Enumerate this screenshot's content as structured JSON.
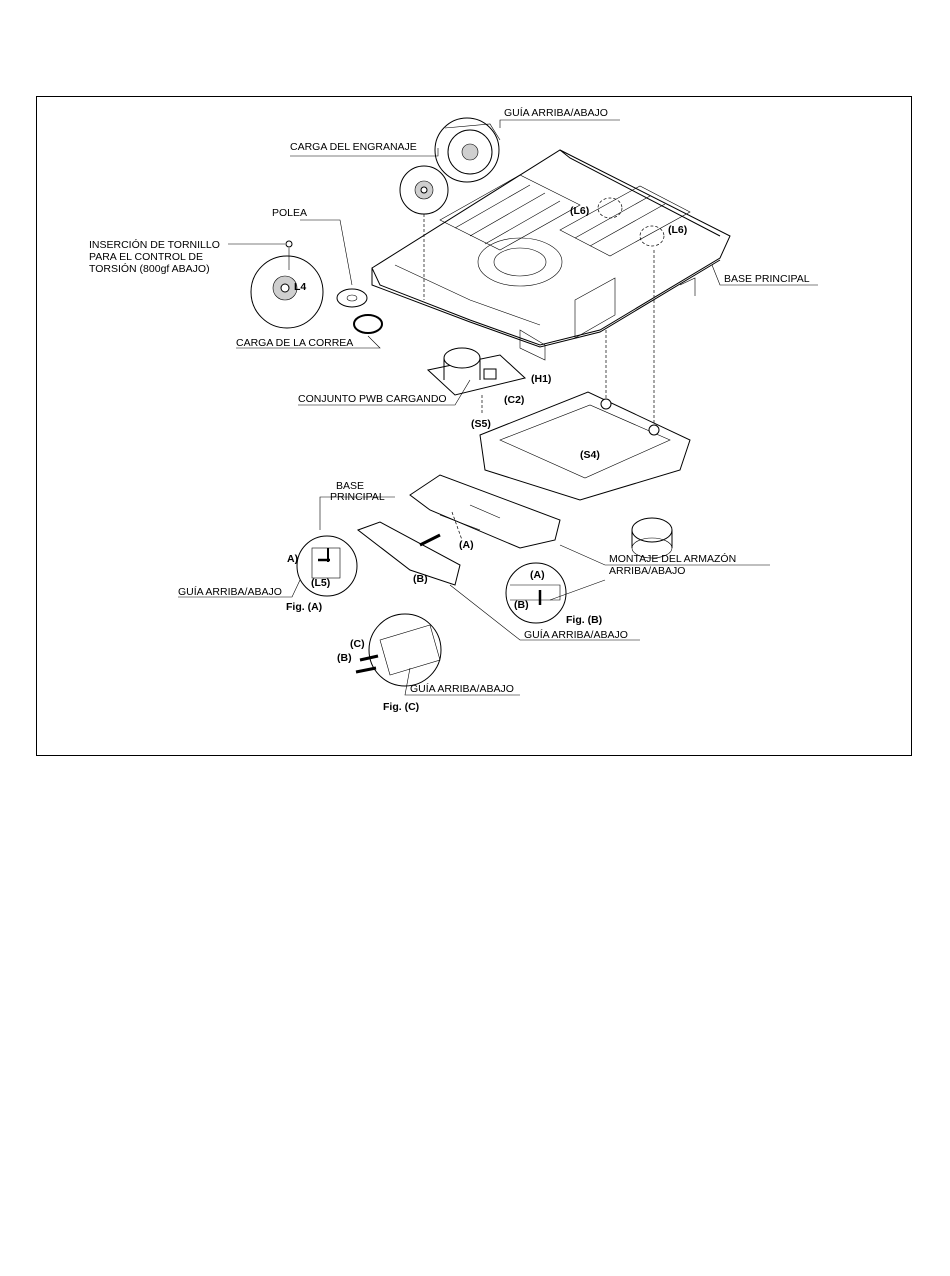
{
  "labels": {
    "guide_top": "GUÍA ARRIBA/ABAJO",
    "gear_load": "CARGA DEL ENGRANAJE",
    "pulley": "POLEA",
    "screw_line1": "INSERCIÓN DE TORNILLO",
    "screw_line2": "PARA EL CONTROL DE",
    "screw_line3": "TORSIÓN (800gf ABAJO)",
    "main_base": "BASE PRINCIPAL",
    "belt_load": "CARGA DE LA CORREA",
    "pwb": "CONJUNTO PWB CARGANDO",
    "main_base2_line1": "BASE",
    "main_base2_line2": "PRINCIPAL",
    "guide_left": "GUÍA ARRIBA/ABAJO",
    "frame_mount_line1": "MONTAJE DEL ARMAZÓN",
    "frame_mount_line2": "ARRIBA/ABAJO",
    "guide_mid": "GUÍA ARRIBA/ABAJO",
    "guide_bottom": "GUÍA ARRIBA/ABAJO"
  },
  "callouts": {
    "l6a": "(L6)",
    "l6b": "(L6)",
    "l4": "L4",
    "h1": "(H1)",
    "c2": "(C2)",
    "s5": "(S5)",
    "s4": "(S4)",
    "a_mid": "(A)",
    "a_left": "A)",
    "l5": "(L5)",
    "b_arm": "(B)",
    "a_figb": "(A)",
    "b_figb": "(B)",
    "c_figc": "(C)",
    "b_figc": "(B)"
  },
  "figures": {
    "fig_a": "Fig. (A)",
    "fig_b": "Fig. (B)",
    "fig_c": "Fig. (C)"
  }
}
